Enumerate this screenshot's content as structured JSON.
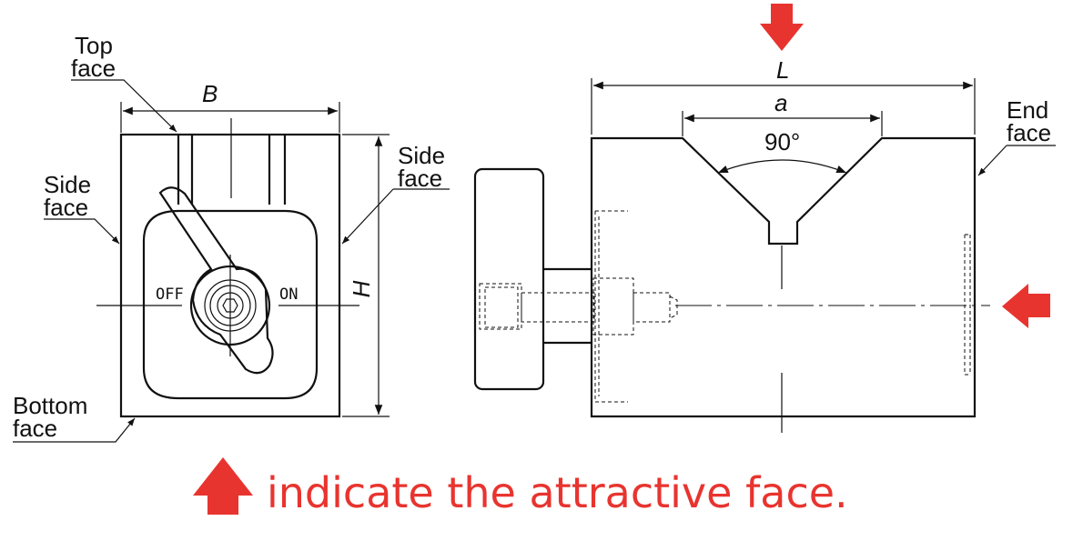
{
  "labels": {
    "top_face": [
      "Top",
      "face"
    ],
    "side_face_left": [
      "Side",
      "face"
    ],
    "side_face_right": [
      "Side",
      "face"
    ],
    "bottom_face": [
      "Bottom",
      "face"
    ],
    "end_face": [
      "End",
      "face"
    ]
  },
  "dimensions": {
    "B": "B",
    "H": "H",
    "L": "L",
    "a": "a",
    "angle": "90°"
  },
  "switch": {
    "off": "OFF",
    "on": "ON"
  },
  "caption": "indicate the attractive face.",
  "colors": {
    "arrow": "#e8342f",
    "line": "#111111"
  }
}
